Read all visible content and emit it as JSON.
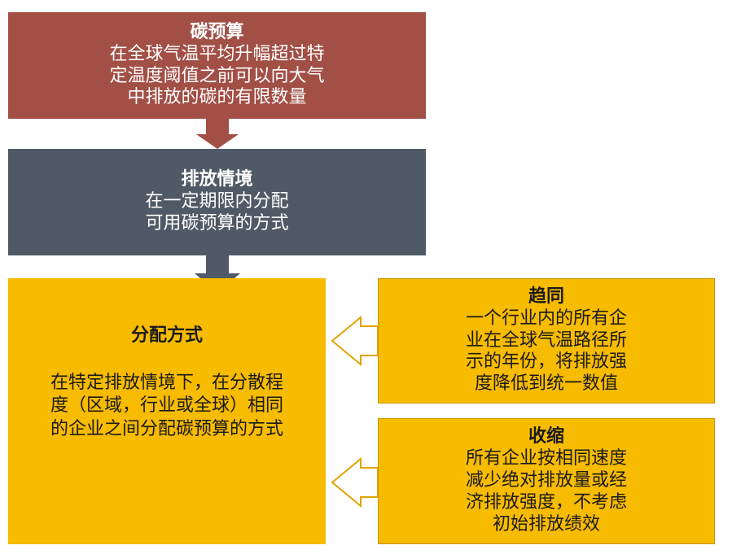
{
  "carbon_budget": {
    "title": "碳预算",
    "lines": [
      "在全球气温平均升幅超过特",
      "定温度阈值之前可以向大气",
      "中排放的碳的有限数量"
    ]
  },
  "emission_scenario": {
    "title": "排放情境",
    "lines": [
      "在一定期限内分配",
      "可用碳预算的方式"
    ]
  },
  "allocation_method": {
    "title": "分配方式",
    "lines": [
      "在特定排放情境下，在分散程",
      "度（区域，行业或全球）相同",
      "的企业之间分配碳预算的方式"
    ]
  },
  "convergence": {
    "title": "趋同",
    "lines": [
      "一个行业内的所有企",
      "业在全球气温路径所",
      "示的年份，将排放强",
      "度降低到统一数值"
    ]
  },
  "contraction": {
    "title": "收缩",
    "lines": [
      "所有企业按相同速度",
      "减少绝对排放量或经",
      "济排放强度，不考虑",
      "初始排放绩效"
    ]
  },
  "colors": {
    "carbon_budget_bg": "#a24f46",
    "scenario_bg": "#4f5a66",
    "method_bg": "#f7bb00",
    "arrow_red": "#a24f46",
    "arrow_dark": "#4f5a66"
  }
}
